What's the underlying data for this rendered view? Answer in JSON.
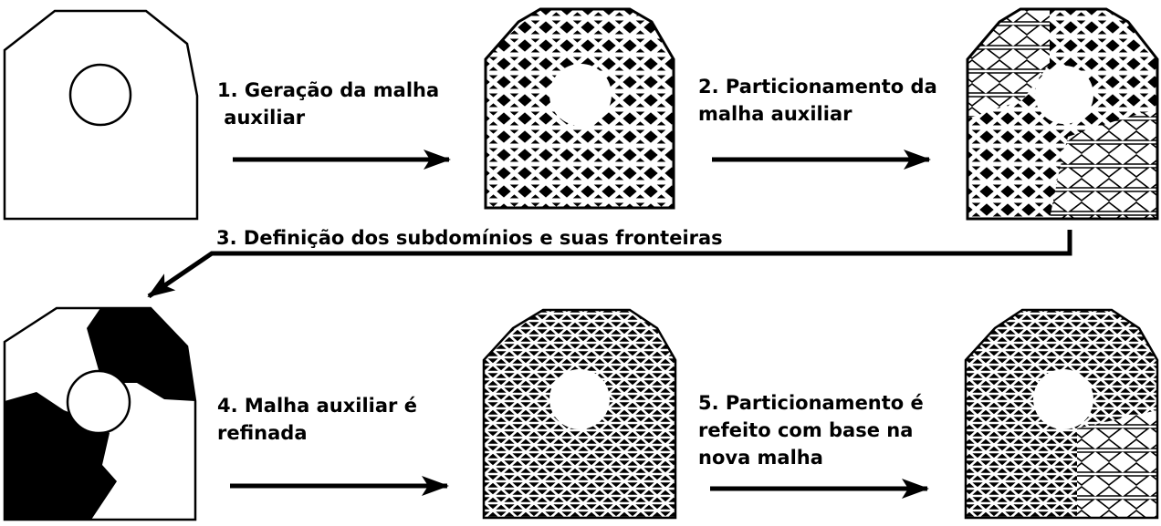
{
  "steps": {
    "s1": [
      "1. Geração da malha",
      " auxiliar"
    ],
    "s2": [
      "2. Particionamento da",
      "malha auxiliar"
    ],
    "s3": [
      "3. Definição dos subdomínios e suas fronteiras"
    ],
    "s4": [
      "4. Malha auxiliar é",
      "refinada"
    ],
    "s5": [
      "5. Particionamento é",
      "refeito com base na",
      "nova malha"
    ]
  },
  "colors": {
    "ink": "#000000",
    "paper": "#ffffff"
  }
}
